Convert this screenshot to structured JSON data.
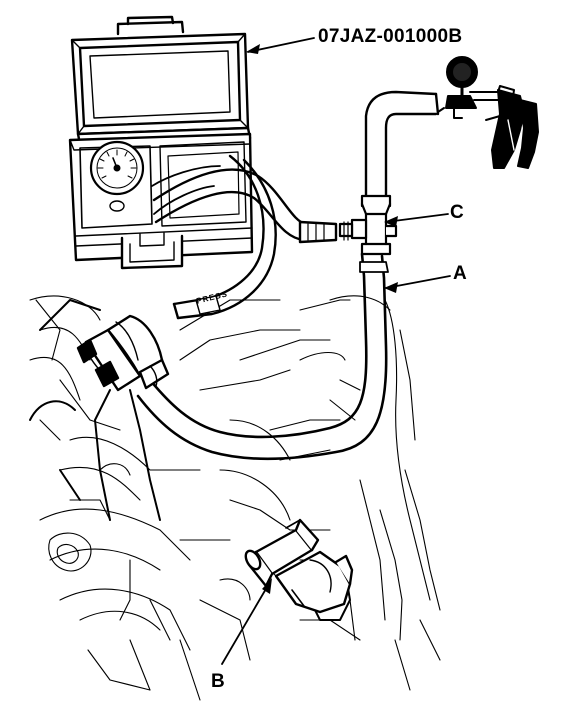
{
  "labels": {
    "part_number": "07JAZ-001000B",
    "callout_a": "A",
    "callout_b": "B",
    "callout_c": "C"
  },
  "hose_tag": "PRESS",
  "colors": {
    "ink": "#000000",
    "paper": "#ffffff"
  }
}
